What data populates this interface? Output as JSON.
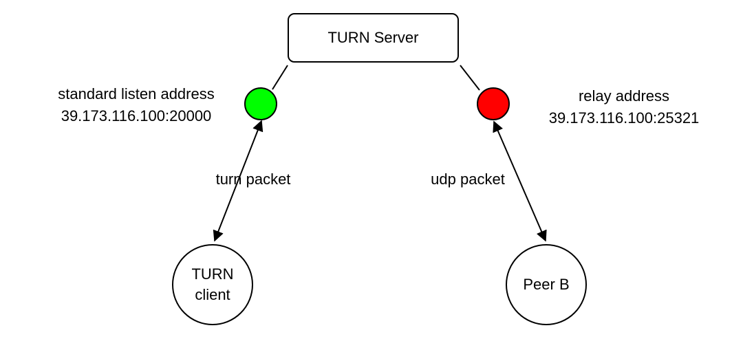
{
  "server": {
    "label": "TURN Server"
  },
  "ports": {
    "listen": {
      "color": "#00ff00",
      "caption_line1": "standard listen address",
      "caption_line2": "39.173.116.100:20000"
    },
    "relay": {
      "color": "#ff0000",
      "caption_line1": "relay address",
      "caption_line2": "39.173.116.100:25321"
    }
  },
  "nodes": {
    "client": {
      "line1": "TURN",
      "line2": "client"
    },
    "peer": {
      "label": "Peer B"
    }
  },
  "links": {
    "client_link": {
      "label": "turn packet"
    },
    "peer_link": {
      "label": "udp packet"
    }
  }
}
